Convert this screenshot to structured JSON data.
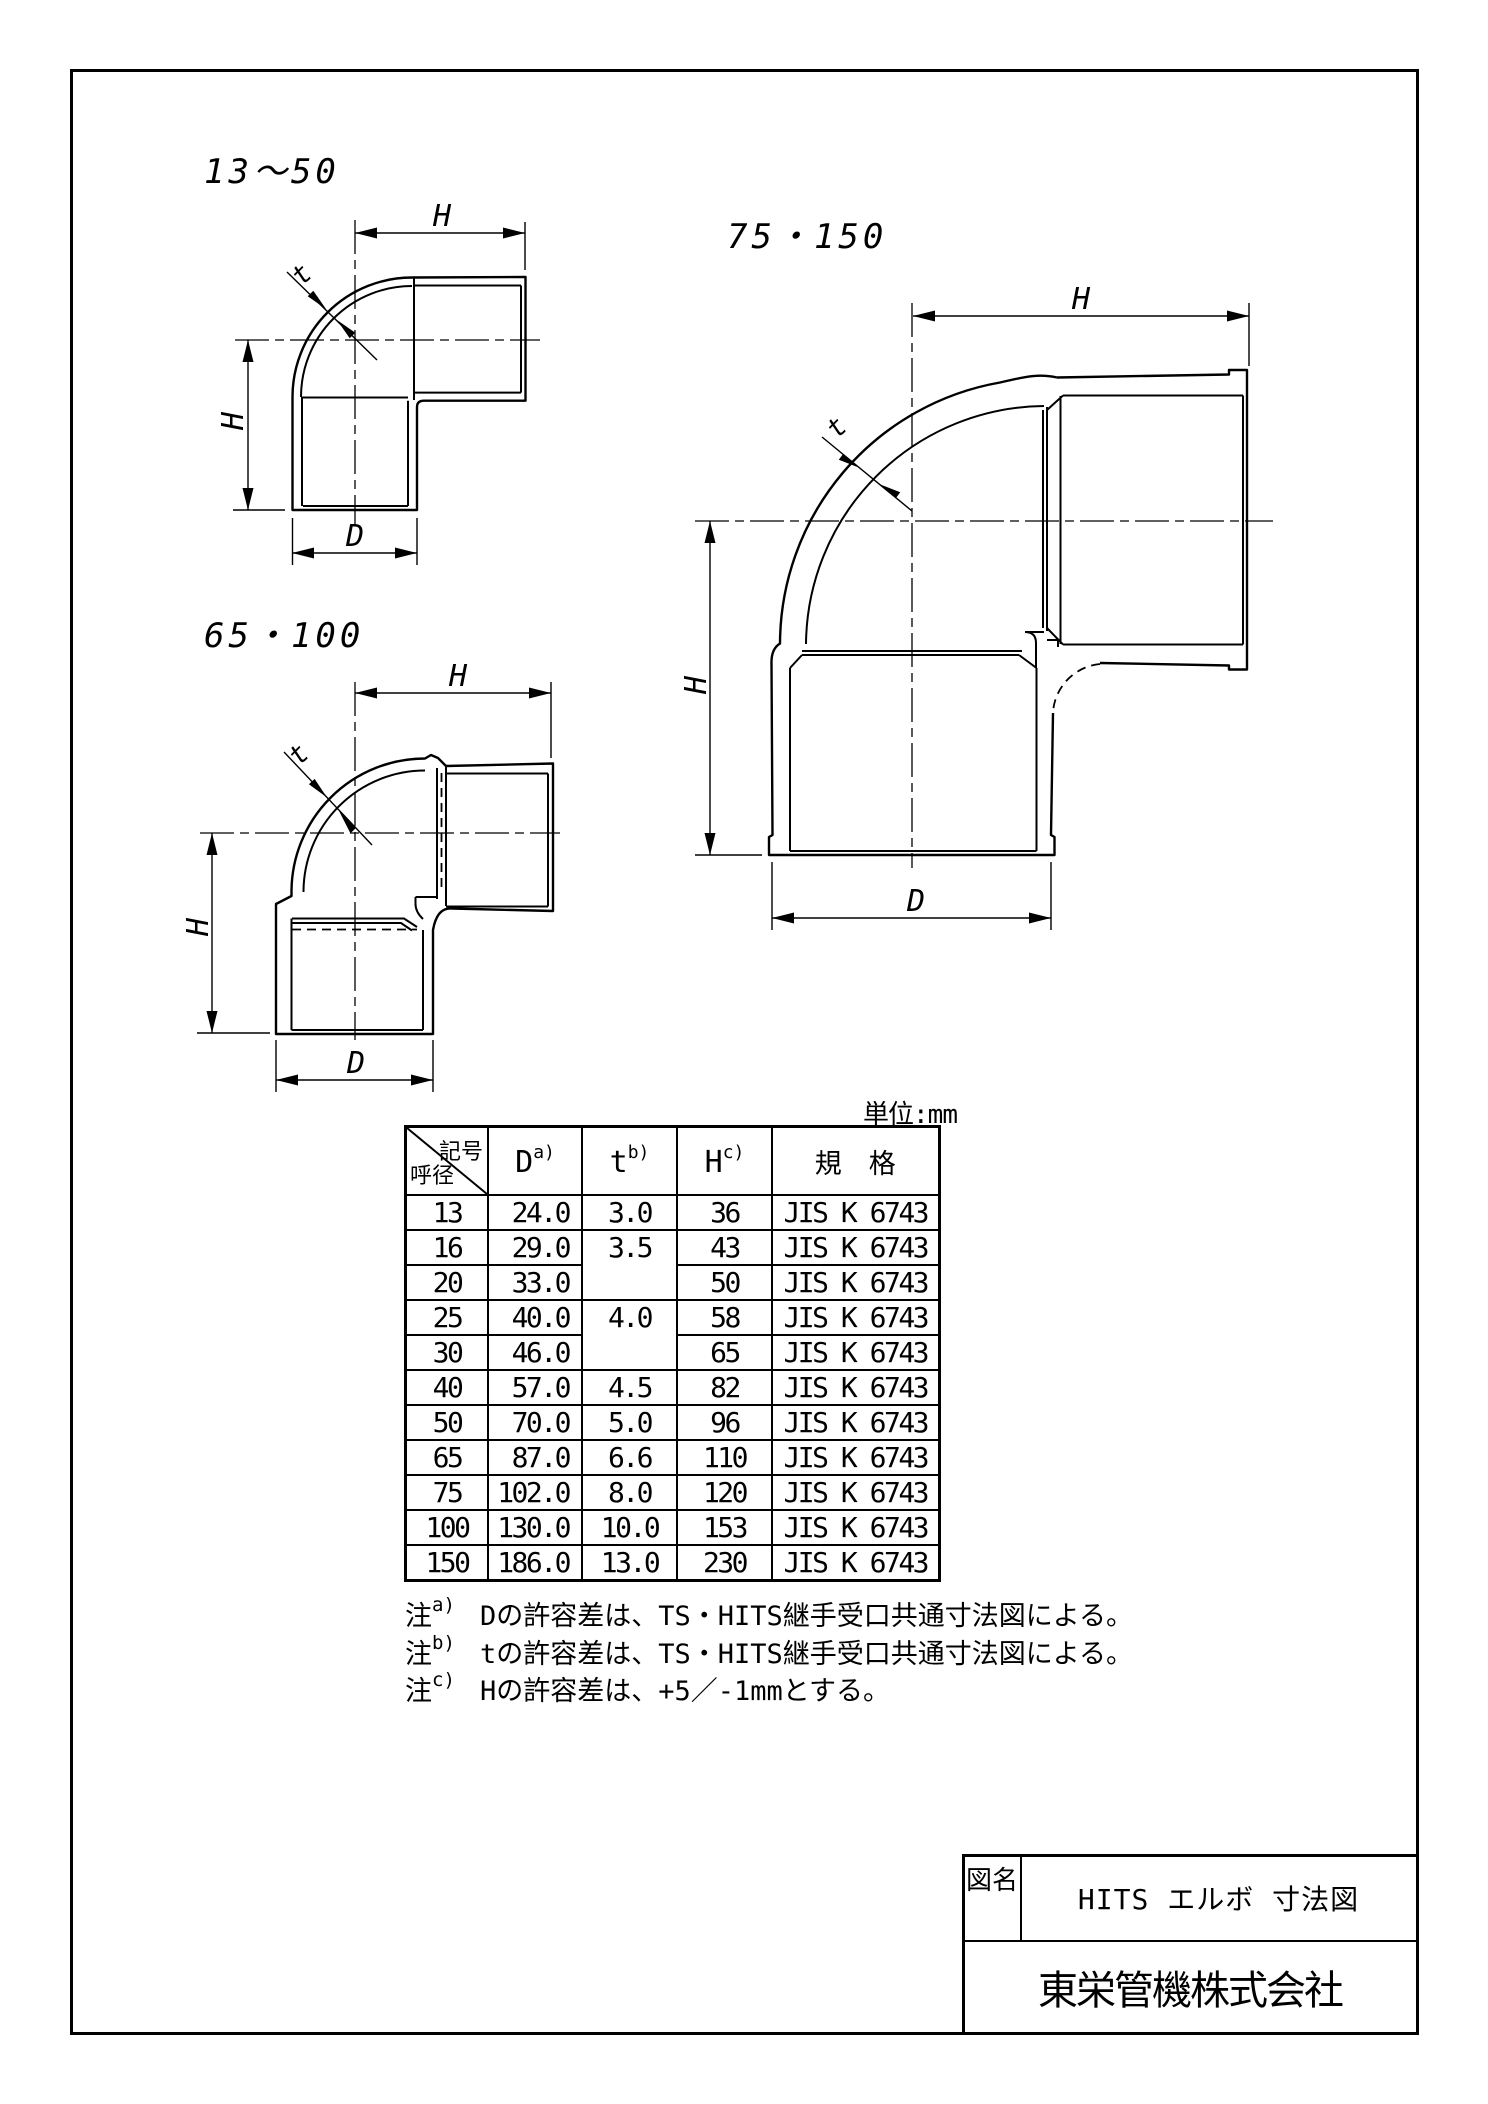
{
  "unit_label": "単位:mm",
  "drawings": {
    "small": {
      "caption": "13～50",
      "h_top": "H",
      "h_left": "H",
      "d": "D",
      "t": "t"
    },
    "medium": {
      "caption": "65・100",
      "h_top": "H",
      "h_left": "H",
      "d": "D",
      "t": "t"
    },
    "large": {
      "caption": "75・150",
      "h_top": "H",
      "h_left": "H",
      "d": "D",
      "t": "t"
    }
  },
  "table": {
    "corner": {
      "top_right": "記号",
      "bottom_left": "呼径"
    },
    "headers": {
      "d": {
        "base": "D",
        "sup": "a)"
      },
      "t": {
        "base": "t",
        "sup": "b)"
      },
      "h": {
        "base": "H",
        "sup": "c)"
      },
      "std": "規　格"
    },
    "rows": [
      {
        "size": "13",
        "d": "24.0",
        "t": "3.0",
        "t_span": 1,
        "h": "36",
        "std": "JIS K 6743"
      },
      {
        "size": "16",
        "d": "29.0",
        "t": "3.5",
        "t_span": 2,
        "h": "43",
        "std": "JIS K 6743"
      },
      {
        "size": "20",
        "d": "33.0",
        "t": null,
        "h": "50",
        "std": "JIS K 6743"
      },
      {
        "size": "25",
        "d": "40.0",
        "t": "4.0",
        "t_span": 2,
        "h": "58",
        "std": "JIS K 6743"
      },
      {
        "size": "30",
        "d": "46.0",
        "t": null,
        "h": "65",
        "std": "JIS K 6743"
      },
      {
        "size": "40",
        "d": "57.0",
        "t": "4.5",
        "t_span": 1,
        "h": "82",
        "std": "JIS K 6743"
      },
      {
        "size": "50",
        "d": "70.0",
        "t": "5.0",
        "t_span": 1,
        "h": "96",
        "std": "JIS K 6743"
      },
      {
        "size": "65",
        "d": "87.0",
        "t": "6.6",
        "t_span": 1,
        "h": "110",
        "std": "JIS K 6743"
      },
      {
        "size": "75",
        "d": "102.0",
        "t": "8.0",
        "t_span": 1,
        "h": "120",
        "std": "JIS K 6743"
      },
      {
        "size": "100",
        "d": "130.0",
        "t": "10.0",
        "t_span": 1,
        "h": "153",
        "std": "JIS K 6743"
      },
      {
        "size": "150",
        "d": "186.0",
        "t": "13.0",
        "t_span": 1,
        "h": "230",
        "std": "JIS K 6743"
      }
    ]
  },
  "notes": [
    {
      "label": "注",
      "sup": "a)",
      "text": "Dの許容差は、TS・HITS継手受口共通寸法図による。"
    },
    {
      "label": "注",
      "sup": "b)",
      "text": "tの許容差は、TS・HITS継手受口共通寸法図による。"
    },
    {
      "label": "注",
      "sup": "c)",
      "text": "Hの許容差は、+5／-1mmとする。"
    }
  ],
  "title_block": {
    "field_label": "図名",
    "drawing_title": "HITS エルボ 寸法図",
    "company": "東栄管機株式会社"
  }
}
